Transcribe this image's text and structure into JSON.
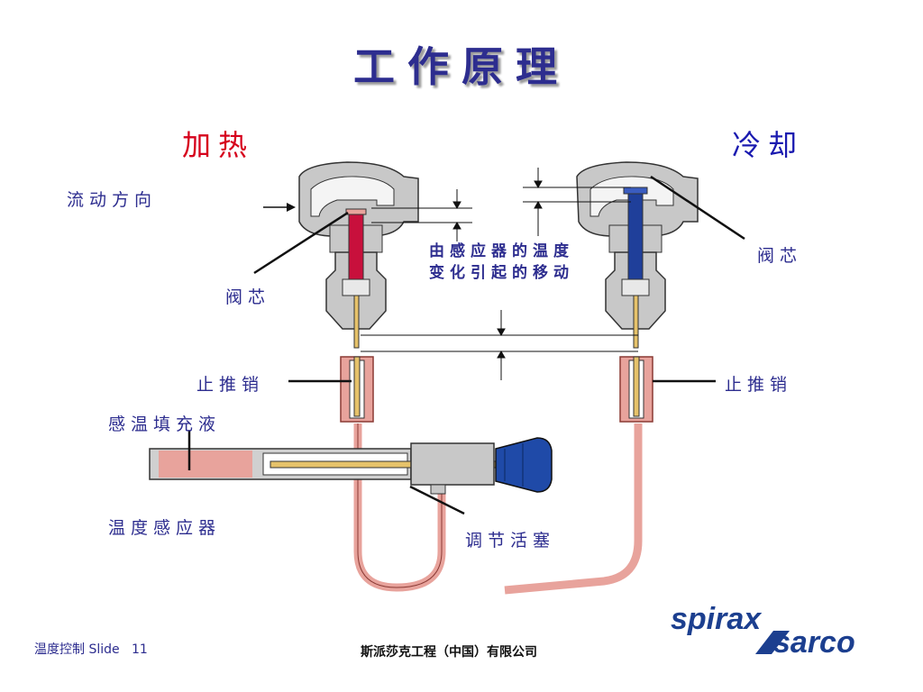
{
  "title": "工作原理",
  "header": {
    "heating": "加热",
    "cooling": "冷却"
  },
  "labels": {
    "flow_direction": "流动方向",
    "valve_core_left": "阀芯",
    "valve_core_right": "阀芯",
    "movement_caption_line1": "由感应器的温度",
    "movement_caption_line2": "变化引起的移动",
    "stop_pin_left": "止推销",
    "stop_pin_right": "止推销",
    "sensing_fluid": "感温填充液",
    "sensor": "温度感应器",
    "adjust_piston": "调节活塞"
  },
  "footer": {
    "slide_label": "温度控制 Slide",
    "slide_number": "11",
    "company": "斯派莎克工程（中国）有限公司"
  },
  "logo": {
    "text_top": "spirax",
    "text_bottom": "sarco",
    "color": "#1c3f8f"
  },
  "colors": {
    "title": "#2d2d8f",
    "heating": "#d6001c",
    "cooling": "#1a1ab0",
    "valve_stem_heating": "#c8103c",
    "valve_stem_cooling": "#1f3f9a",
    "capillary": "#e8a39c",
    "body_gray": "#c8c8c8",
    "knob": "#1f4aa8"
  }
}
